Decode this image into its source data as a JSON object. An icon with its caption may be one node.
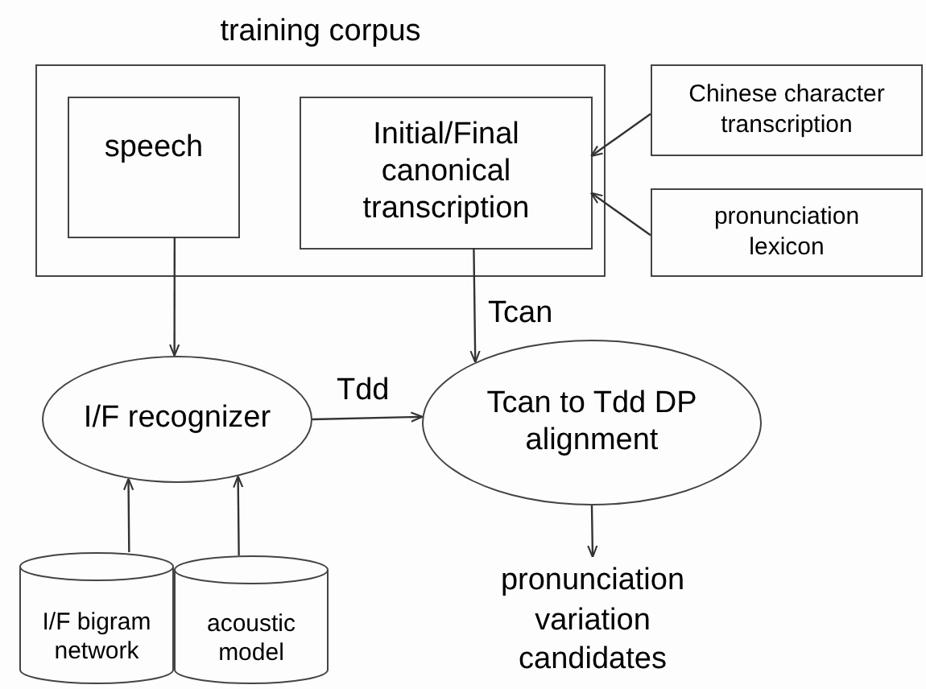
{
  "diagram": {
    "nodes": [
      {
        "text": [
          "training corpus"
        ]
      },
      {
        "text": [
          "speech"
        ],
        "in": 0
      },
      {
        "text": [
          "Initial/Final canonical transcription"
        ],
        "in": 0
      },
      {
        "text": [
          "Chinese character transcription"
        ]
      },
      {
        "text": [
          "pronunciation lexicon"
        ]
      },
      {
        "text": [
          "I/F recognizer"
        ]
      },
      {
        "text": [
          "Tcan to Tdd DP alignment"
        ]
      },
      {
        "text": [
          "pronunciation variation candidates"
        ]
      },
      {
        "text": [
          "I/F bigram network"
        ]
      },
      {
        "text": [
          "acoustic model"
        ]
      }
    ],
    "edges": [
      {
        "from": 3,
        "to": 2,
        "arrow": "to"
      },
      {
        "from": 4,
        "to": 2,
        "arrow": "to"
      },
      {
        "from": 1,
        "to": 5,
        "arrow": "to"
      },
      {
        "from": 2,
        "to": 6,
        "arrow": "to",
        "label": "Tcan"
      },
      {
        "from": 5,
        "to": 6,
        "arrow": "to",
        "label": "Tdd"
      },
      {
        "from": 6,
        "to": 7,
        "arrow": "to"
      },
      {
        "from": 8,
        "to": 5,
        "arrow": "to"
      },
      {
        "from": 9,
        "to": 5,
        "arrow": "to"
      }
    ]
  }
}
